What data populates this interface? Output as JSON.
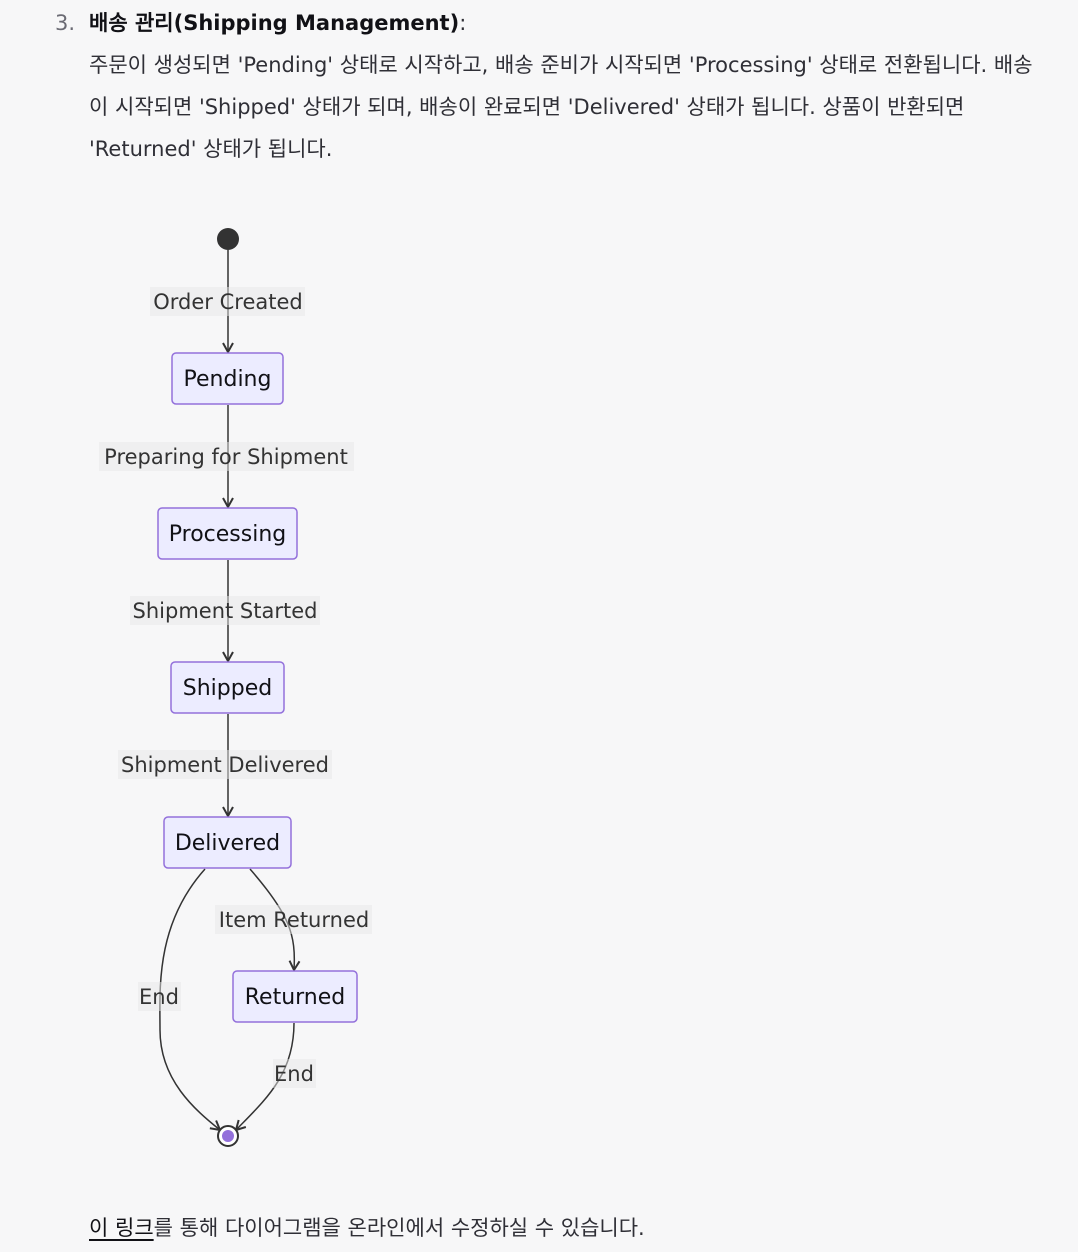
{
  "section": {
    "number": "3.",
    "title": "배송 관리(Shipping Management)",
    "colon": ":",
    "description": "주문이 생성되면 'Pending' 상태로 시작하고, 배송 준비가 시작되면 'Processing' 상태로 전환됩니다. 배송이 시작되면 'Shipped' 상태가 되며, 배송이 완료되면 'Delivered' 상태가 됩니다. 상품이 반환되면 'Returned' 상태가 됩니다."
  },
  "diagram": {
    "colors": {
      "state_fill": "#ececff",
      "state_border": "#9370db",
      "edge": "#333333",
      "label_bg": "#e8e8e8",
      "end_inner": "#9370db"
    },
    "states": {
      "pending": "Pending",
      "processing": "Processing",
      "shipped": "Shipped",
      "delivered": "Delivered",
      "returned": "Returned"
    },
    "transitions": {
      "order_created": "Order Created",
      "preparing": "Preparing for Shipment",
      "shipment_started": "Shipment Started",
      "shipment_delivered": "Shipment Delivered",
      "item_returned": "Item Returned",
      "end_from_delivered": "End",
      "end_from_returned": "End"
    }
  },
  "footer": {
    "link_text": "이 링크",
    "rest_text": "를 통해 다이어그램을 온라인에서 수정하실 수 있습니다."
  }
}
